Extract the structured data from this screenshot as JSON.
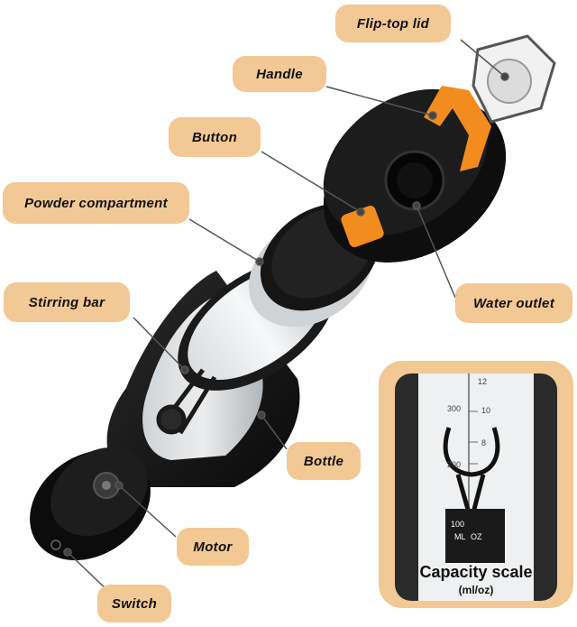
{
  "labels": {
    "flip_top_lid": "Flip-top lid",
    "handle": "Handle",
    "button": "Button",
    "powder_compartment": "Powder compartment",
    "stirring_bar": "Stirring bar",
    "water_outlet": "Water outlet",
    "bottle": "Bottle",
    "motor": "Motor",
    "switch": "Switch"
  },
  "inset": {
    "title": "Capacity scale",
    "subtitle": "(ml/oz)",
    "scale": [
      "12",
      "300",
      "10",
      "8",
      "200",
      "100",
      "ML",
      "OZ"
    ]
  },
  "colors": {
    "callout": "#f2c894",
    "accent_orange": "#f28c1e",
    "body_black": "#141414"
  }
}
